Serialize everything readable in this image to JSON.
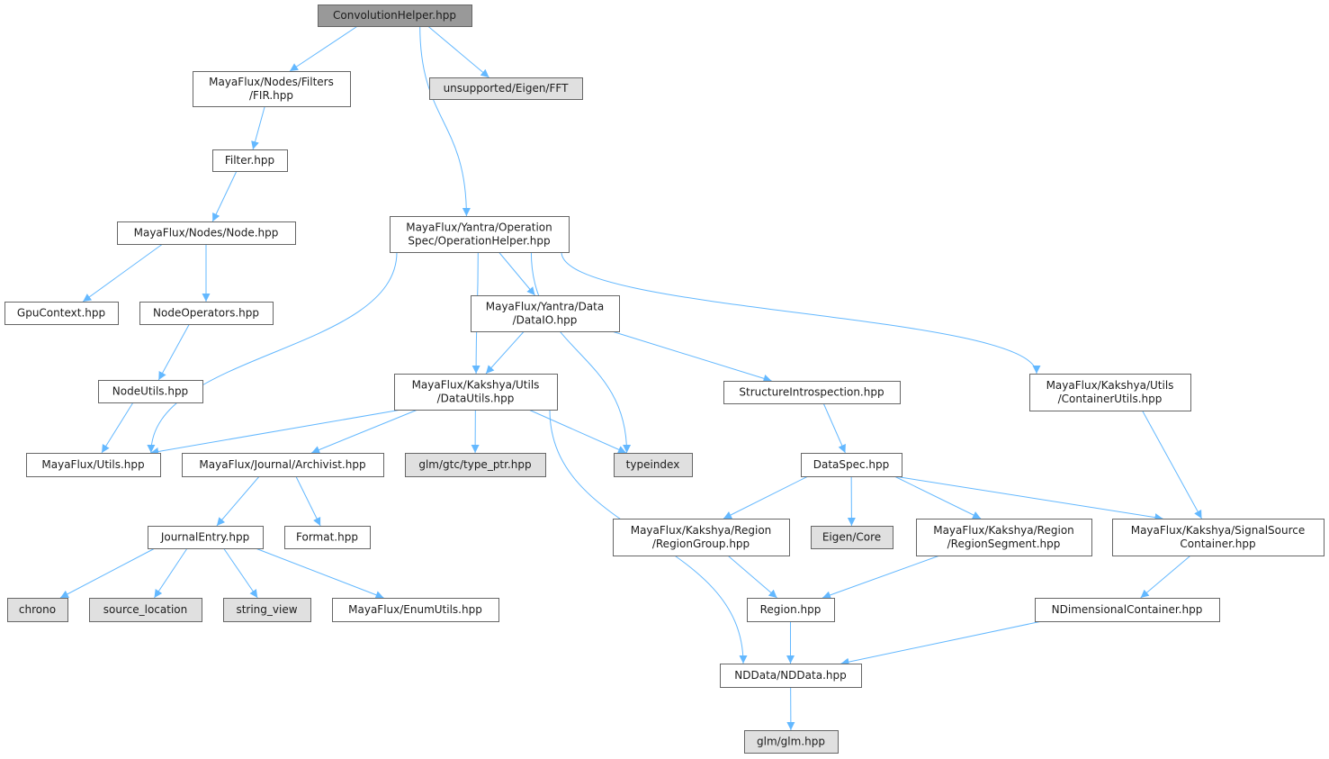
{
  "graph": {
    "colors": {
      "root": "#999999",
      "external": "#e0e0e0",
      "normal": "#ffffff",
      "edge": "#63b8ff",
      "border": "#666666"
    },
    "nodes": [
      {
        "id": "n0",
        "lines": [
          "ConvolutionHelper.hpp"
        ],
        "kind": "root"
      },
      {
        "id": "n1",
        "lines": [
          "MayaFlux/Nodes/Filters",
          "/FIR.hpp"
        ],
        "kind": "normal"
      },
      {
        "id": "n2",
        "lines": [
          "unsupported/Eigen/FFT"
        ],
        "kind": "external"
      },
      {
        "id": "n3",
        "lines": [
          "Filter.hpp"
        ],
        "kind": "normal"
      },
      {
        "id": "n4",
        "lines": [
          "MayaFlux/Nodes/Node.hpp"
        ],
        "kind": "normal"
      },
      {
        "id": "n5",
        "lines": [
          "MayaFlux/Yantra/Operation",
          "Spec/OperationHelper.hpp"
        ],
        "kind": "normal"
      },
      {
        "id": "n6",
        "lines": [
          "GpuContext.hpp"
        ],
        "kind": "normal"
      },
      {
        "id": "n7",
        "lines": [
          "NodeOperators.hpp"
        ],
        "kind": "normal"
      },
      {
        "id": "n8",
        "lines": [
          "MayaFlux/Yantra/Data",
          "/DataIO.hpp"
        ],
        "kind": "normal"
      },
      {
        "id": "n9",
        "lines": [
          "NodeUtils.hpp"
        ],
        "kind": "normal"
      },
      {
        "id": "n10",
        "lines": [
          "MayaFlux/Kakshya/Utils",
          "/DataUtils.hpp"
        ],
        "kind": "normal"
      },
      {
        "id": "n11",
        "lines": [
          "StructureIntrospection.hpp"
        ],
        "kind": "normal"
      },
      {
        "id": "n12",
        "lines": [
          "MayaFlux/Kakshya/Utils",
          "/ContainerUtils.hpp"
        ],
        "kind": "normal"
      },
      {
        "id": "n13",
        "lines": [
          "MayaFlux/Utils.hpp"
        ],
        "kind": "normal"
      },
      {
        "id": "n14",
        "lines": [
          "MayaFlux/Journal/Archivist.hpp"
        ],
        "kind": "normal"
      },
      {
        "id": "n15",
        "lines": [
          "glm/gtc/type_ptr.hpp"
        ],
        "kind": "external"
      },
      {
        "id": "n16",
        "lines": [
          "typeindex"
        ],
        "kind": "external"
      },
      {
        "id": "n17",
        "lines": [
          "DataSpec.hpp"
        ],
        "kind": "normal"
      },
      {
        "id": "n18",
        "lines": [
          "JournalEntry.hpp"
        ],
        "kind": "normal"
      },
      {
        "id": "n19",
        "lines": [
          "Format.hpp"
        ],
        "kind": "normal"
      },
      {
        "id": "n20",
        "lines": [
          "MayaFlux/Kakshya/Region",
          "/RegionGroup.hpp"
        ],
        "kind": "normal"
      },
      {
        "id": "n21",
        "lines": [
          "Eigen/Core"
        ],
        "kind": "external"
      },
      {
        "id": "n22",
        "lines": [
          "MayaFlux/Kakshya/Region",
          "/RegionSegment.hpp"
        ],
        "kind": "normal"
      },
      {
        "id": "n23",
        "lines": [
          "MayaFlux/Kakshya/SignalSource",
          "Container.hpp"
        ],
        "kind": "normal"
      },
      {
        "id": "n24",
        "lines": [
          "chrono"
        ],
        "kind": "external"
      },
      {
        "id": "n25",
        "lines": [
          "source_location"
        ],
        "kind": "external"
      },
      {
        "id": "n26",
        "lines": [
          "string_view"
        ],
        "kind": "external"
      },
      {
        "id": "n27",
        "lines": [
          "MayaFlux/EnumUtils.hpp"
        ],
        "kind": "normal"
      },
      {
        "id": "n28",
        "lines": [
          "Region.hpp"
        ],
        "kind": "normal"
      },
      {
        "id": "n29",
        "lines": [
          "NDimensionalContainer.hpp"
        ],
        "kind": "normal"
      },
      {
        "id": "n30",
        "lines": [
          "NDData/NDData.hpp"
        ],
        "kind": "normal"
      },
      {
        "id": "n31",
        "lines": [
          "glm/glm.hpp"
        ],
        "kind": "external"
      }
    ],
    "edges": [
      [
        "n0",
        "n1"
      ],
      [
        "n0",
        "n5"
      ],
      [
        "n0",
        "n2"
      ],
      [
        "n1",
        "n3"
      ],
      [
        "n3",
        "n4"
      ],
      [
        "n4",
        "n6"
      ],
      [
        "n4",
        "n7"
      ],
      [
        "n7",
        "n9"
      ],
      [
        "n9",
        "n13"
      ],
      [
        "n5",
        "n13"
      ],
      [
        "n5",
        "n10"
      ],
      [
        "n5",
        "n8"
      ],
      [
        "n5",
        "n16"
      ],
      [
        "n5",
        "n12"
      ],
      [
        "n8",
        "n10"
      ],
      [
        "n8",
        "n11"
      ],
      [
        "n10",
        "n13"
      ],
      [
        "n10",
        "n14"
      ],
      [
        "n10",
        "n15"
      ],
      [
        "n10",
        "n16"
      ],
      [
        "n10",
        "n30"
      ],
      [
        "n11",
        "n17"
      ],
      [
        "n12",
        "n23"
      ],
      [
        "n14",
        "n18"
      ],
      [
        "n14",
        "n19"
      ],
      [
        "n17",
        "n20"
      ],
      [
        "n17",
        "n21"
      ],
      [
        "n17",
        "n22"
      ],
      [
        "n17",
        "n23"
      ],
      [
        "n18",
        "n24"
      ],
      [
        "n18",
        "n25"
      ],
      [
        "n18",
        "n26"
      ],
      [
        "n18",
        "n27"
      ],
      [
        "n20",
        "n28"
      ],
      [
        "n22",
        "n28"
      ],
      [
        "n28",
        "n30"
      ],
      [
        "n23",
        "n29"
      ],
      [
        "n29",
        "n30"
      ],
      [
        "n30",
        "n31"
      ]
    ]
  }
}
